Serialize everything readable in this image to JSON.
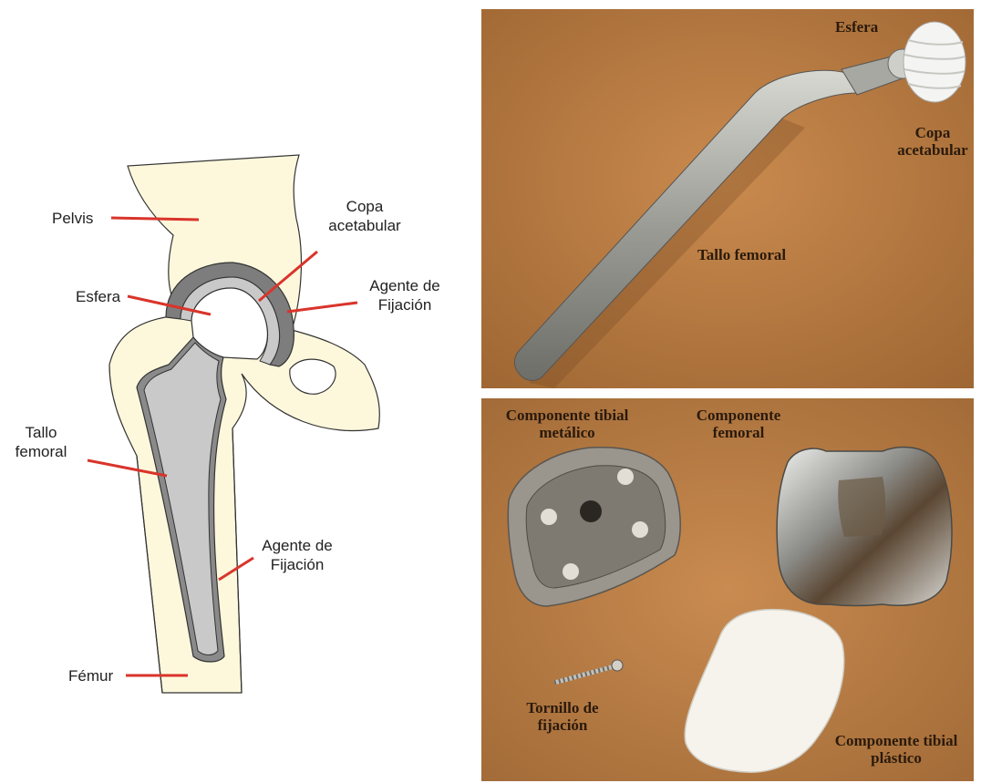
{
  "diagram": {
    "labels": {
      "pelvis": "Pelvis",
      "copa_line1": "Copa",
      "copa_line2": "acetabular",
      "esfera": "Esfera",
      "agente_top_line1": "Agente de",
      "agente_top_line2": "Fijación",
      "tallo_line1": "Tallo",
      "tallo_line2": "femoral",
      "agente_bottom_line1": "Agente de",
      "agente_bottom_line2": "Fijación",
      "femur": "Fémur"
    },
    "colors": {
      "bone": "#fdf8dc",
      "stem": "#c9c9c9",
      "cup": "#7d7d7d",
      "leader_line": "#d9342b"
    }
  },
  "hip_photo": {
    "labels": {
      "esfera": "Esfera",
      "copa_line1": "Copa",
      "copa_line2": "acetabular",
      "tallo": "Tallo femoral"
    }
  },
  "knee_photo": {
    "labels": {
      "tibial_metal_line1": "Componente tibial",
      "tibial_metal_line2": "metálico",
      "femoral_line1": "Componente",
      "femoral_line2": "femoral",
      "tornillo_line1": "Tornillo de",
      "tornillo_line2": "fijación",
      "tibial_plastic_line1": "Componente tibial",
      "tibial_plastic_line2": "plástico"
    }
  }
}
